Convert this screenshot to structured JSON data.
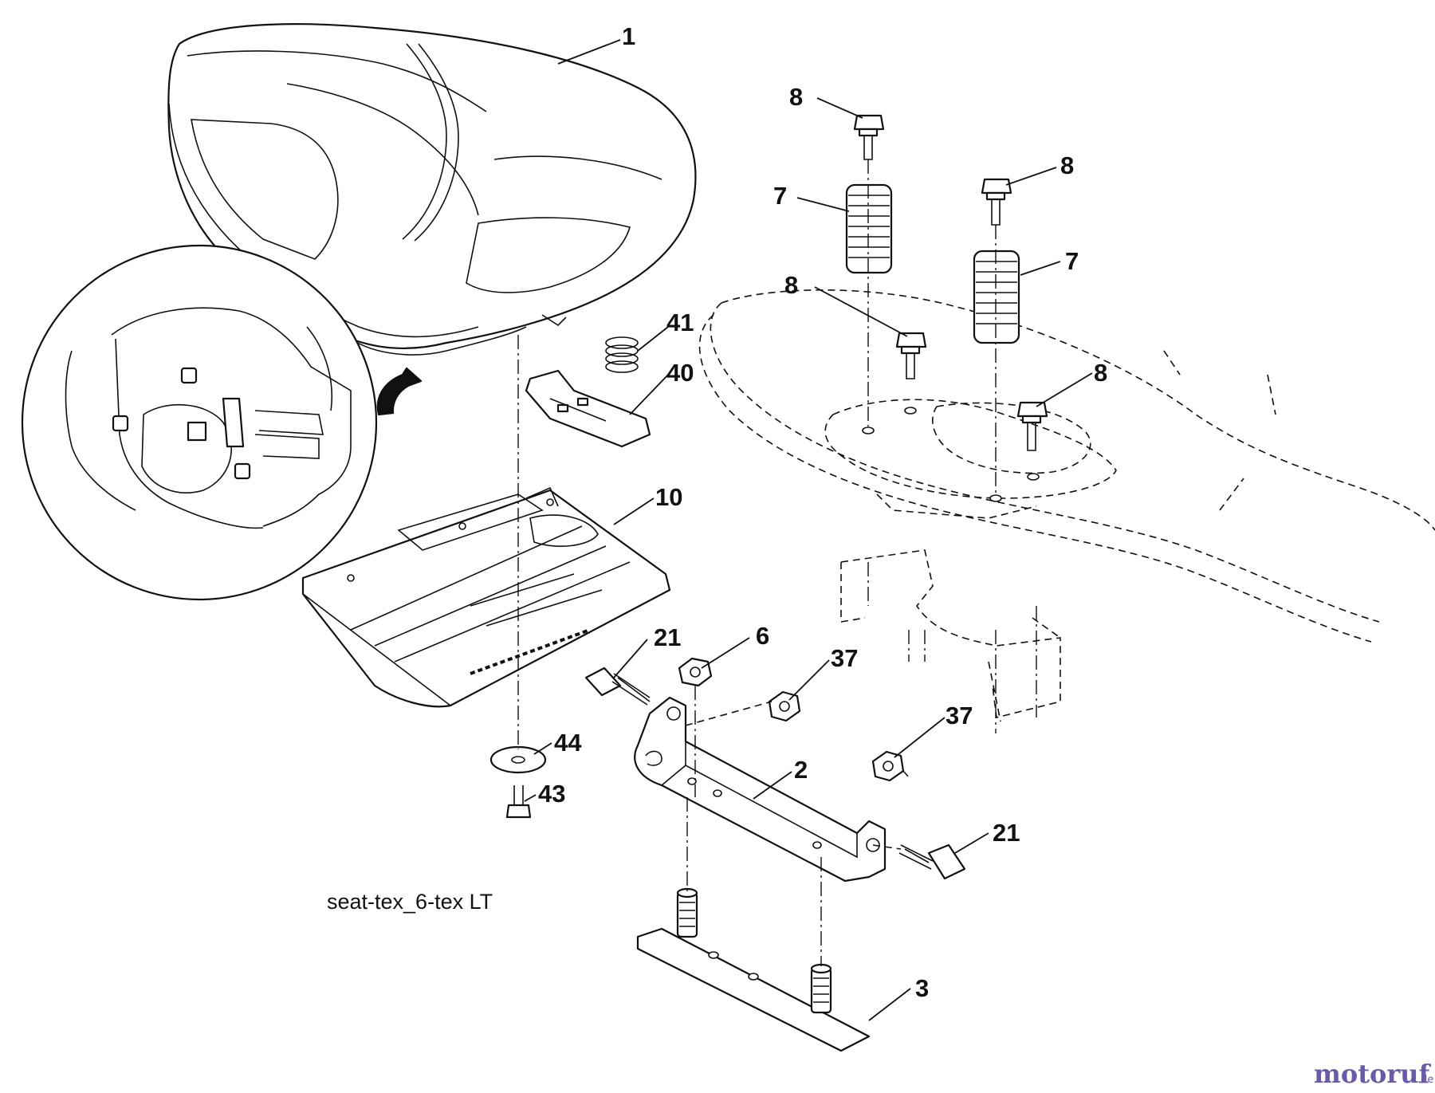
{
  "diagram": {
    "caption": "seat-tex_6-tex LT",
    "watermark": {
      "text": "motoruf",
      "suffix": ".de",
      "color_main": "#6a5aa8",
      "color_accent": "#e0a030"
    },
    "callouts": [
      {
        "label": "1"
      },
      {
        "label": "8"
      },
      {
        "label": "8"
      },
      {
        "label": "7"
      },
      {
        "label": "7"
      },
      {
        "label": "8"
      },
      {
        "label": "8"
      },
      {
        "label": "41"
      },
      {
        "label": "40"
      },
      {
        "label": "10"
      },
      {
        "label": "21"
      },
      {
        "label": "6"
      },
      {
        "label": "37"
      },
      {
        "label": "37"
      },
      {
        "label": "44"
      },
      {
        "label": "43"
      },
      {
        "label": "2"
      },
      {
        "label": "21"
      },
      {
        "label": "3"
      }
    ]
  }
}
